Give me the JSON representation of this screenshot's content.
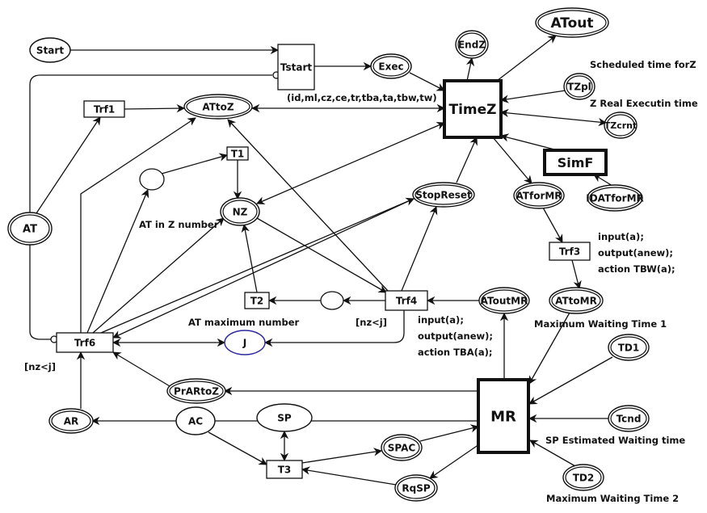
{
  "places": {
    "start": "Start",
    "exec": "Exec",
    "endz": "EndZ",
    "atout": "ATout",
    "tzpl": "TZpl",
    "tzcrnt": "TZcrnt",
    "attoz": "ATtoZ",
    "nz": "NZ",
    "at": "AT",
    "stopreset": "StopReset",
    "atformr": "ATforMR",
    "idatformr": "IDATforMR",
    "attomr": "ATtoMR",
    "atoutmr": "AToutMR",
    "j": "J",
    "td1": "TD1",
    "prartoz": "PrARtoZ",
    "ar": "AR",
    "tcnd": "Tcnd",
    "ac": "AC",
    "sp": "SP",
    "spac": "SPAC",
    "td2": "TD2",
    "rqsp": "RqSP"
  },
  "transitions": {
    "tstart": "Tstart",
    "timez": "TimeZ",
    "simf": "SimF",
    "trf1": "Trf1",
    "t1": "T1",
    "trf3": "Trf3",
    "t2": "T2",
    "trf4": "Trf4",
    "trf6": "Trf6",
    "mr": "MR",
    "t3": "T3"
  },
  "annotations": {
    "tuple": "(id,ml,cz,ce,tr,tba,ta,tbw,tw)",
    "scheduled": "Scheduled time forZ",
    "real_exec": "Z Real Executin time",
    "at_in_z": "AT in Z number",
    "at_max": "AT maximum number",
    "guard_trf4": "[nz<j]",
    "guard_trf6": "[nz<j]",
    "trf3_code": [
      "input(a);",
      "output(anew);",
      "action TBW(a);"
    ],
    "trf4_code": [
      "input(a);",
      "output(anew);",
      "action TBA(a);"
    ],
    "mwt1": "Maximum Waiting  Time 1",
    "sp_est": "SP Estimated Waiting time",
    "mwt2": "Maximum Waiting  Time 2"
  },
  "colors": {
    "line": "#111111",
    "j_outline": "#2a2a9a"
  }
}
